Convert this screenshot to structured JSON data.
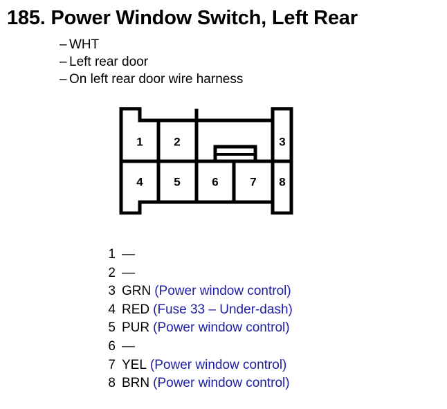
{
  "header": {
    "number": "185.",
    "title": "185. Power Window Switch, Left Rear",
    "subtitles": [
      {
        "dash": "–",
        "text": "WHT"
      },
      {
        "dash": "–",
        "text": "Left rear door"
      },
      {
        "dash": "–",
        "text": "On left rear door wire harness"
      }
    ]
  },
  "connector": {
    "name": "8-pin connector",
    "top_row_pins": [
      "1",
      "2",
      "3"
    ],
    "bottom_row_pins": [
      "4",
      "5",
      "6",
      "7",
      "8"
    ],
    "latch_tab": "center-latch-tab"
  },
  "pins": [
    {
      "index": "1",
      "color": "—",
      "desc": ""
    },
    {
      "index": "2",
      "color": "—",
      "desc": ""
    },
    {
      "index": "3",
      "color": "GRN",
      "desc": "(Power window control)"
    },
    {
      "index": "4",
      "color": "RED",
      "desc": "(Fuse 33 – Under-dash)"
    },
    {
      "index": "5",
      "color": "PUR",
      "desc": "(Power window control)"
    },
    {
      "index": "6",
      "color": "—",
      "desc": ""
    },
    {
      "index": "7",
      "color": "YEL",
      "desc": "(Power window control)"
    },
    {
      "index": "8",
      "color": "BRN",
      "desc": "(Power window control)"
    }
  ],
  "colors": {
    "ink": "#000000",
    "description_blue": "#1d1da6",
    "background": "#ffffff"
  }
}
